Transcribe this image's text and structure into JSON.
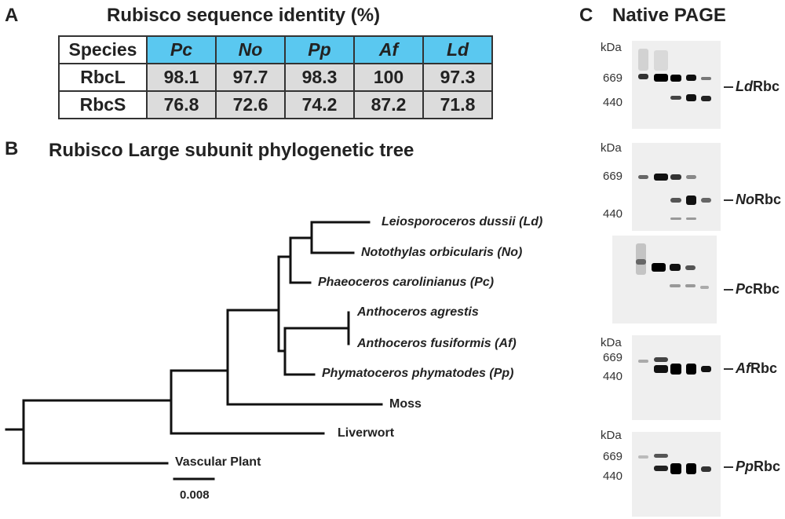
{
  "panels": {
    "a": {
      "letter": "A",
      "title": "Rubisco sequence identity (%)"
    },
    "b": {
      "letter": "B",
      "title": "Rubisco Large subunit phylogenetic tree"
    },
    "c": {
      "letter": "C",
      "title": "Native PAGE"
    }
  },
  "table": {
    "corner": "Species",
    "species": [
      "Pc",
      "No",
      "Pp",
      "Af",
      "Ld"
    ],
    "rows": [
      {
        "label": "RbcL",
        "values": [
          "98.1",
          "97.7",
          "98.3",
          "100",
          "97.3"
        ]
      },
      {
        "label": "RbcS",
        "values": [
          "76.8",
          "72.6",
          "74.2",
          "87.2",
          "71.8"
        ]
      }
    ],
    "header_color": "#5ac8f0",
    "cell_color": "#dcdcdc"
  },
  "tree": {
    "leaves": {
      "ld": "Leiosporoceros dussii (Ld)",
      "no": "Notothylas orbicularis (No)",
      "pc": "Phaeoceros carolinianus (Pc)",
      "aa": "Anthoceros agrestis",
      "af": "Anthoceros fusiformis (Af)",
      "pp": "Phymatoceros phymatodes (Pp)",
      "moss": "Moss",
      "liverwort": "Liverwort",
      "vascular": "Vascular Plant"
    },
    "scale_bar": "0.008"
  },
  "gels": [
    {
      "prefix": "Ld",
      "suffix": "Rbc",
      "kda": "kDa",
      "mw_high": "669",
      "mw_low": "440"
    },
    {
      "prefix": "No",
      "suffix": "Rbc",
      "kda": "kDa",
      "mw_high": "669",
      "mw_low": "440"
    },
    {
      "prefix": "Pc",
      "suffix": "Rbc",
      "kda": "",
      "mw_high": "",
      "mw_low": ""
    },
    {
      "prefix": "Af",
      "suffix": "Rbc",
      "kda": "kDa",
      "mw_high": "669",
      "mw_low": "440"
    },
    {
      "prefix": "Pp",
      "suffix": "Rbc",
      "kda": "kDa",
      "mw_high": "669",
      "mw_low": "440"
    }
  ]
}
